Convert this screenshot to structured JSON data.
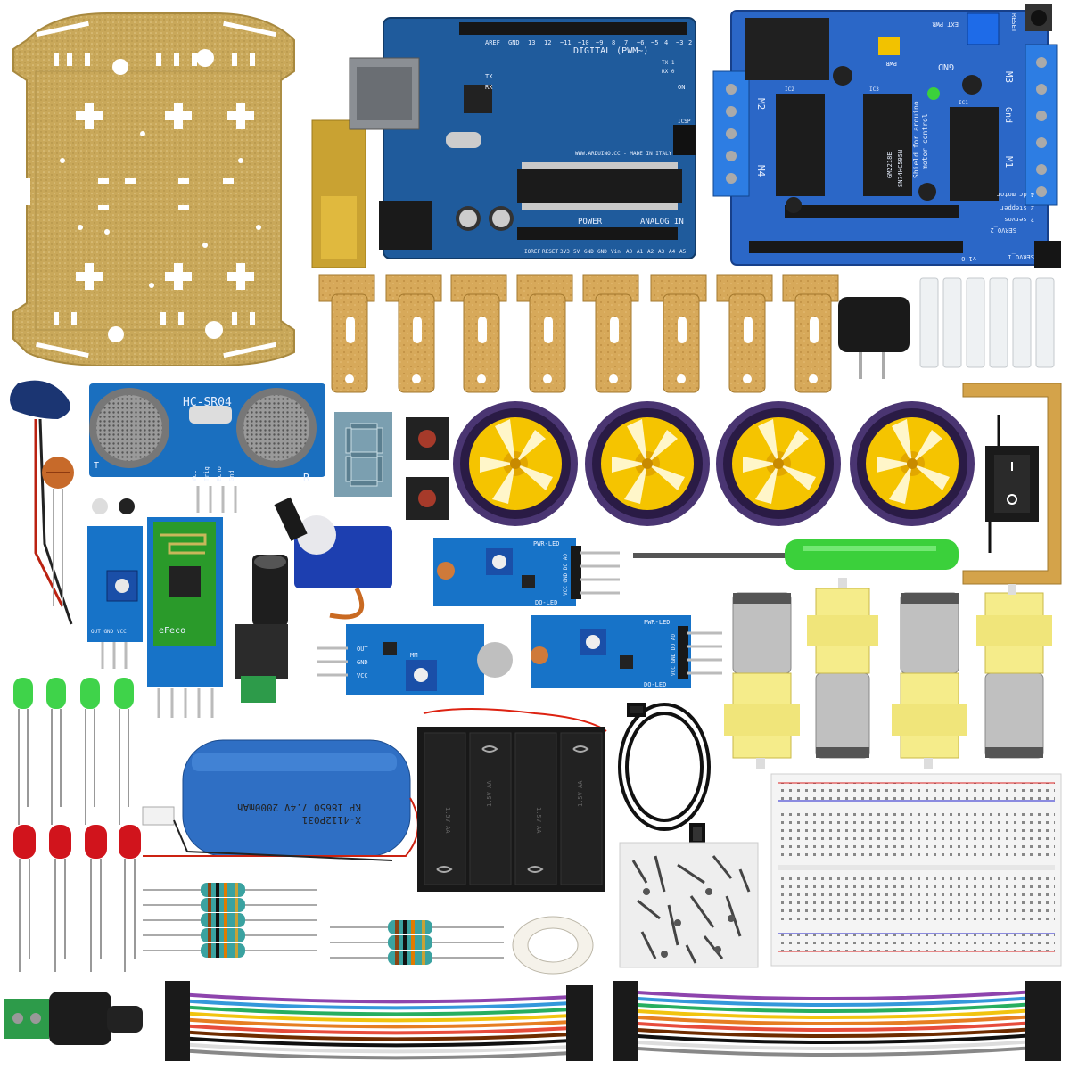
{
  "arduino": {
    "digital_label": "DIGITAL (PWM~)",
    "website": "WWW.ARDUINO.CC - MADE IN ITALY",
    "power_label": "POWER",
    "analog_label": "ANALOG IN",
    "aref": "AREF",
    "gnd": "GND",
    "reset": "RESET",
    "icsp": "ICSP",
    "pins_top": [
      "13",
      "12",
      "~11",
      "~10",
      "~9",
      "8",
      "7",
      "~6",
      "~5",
      "4",
      "~3",
      "2",
      "TX 1",
      "RX 0"
    ],
    "pins_bottom": [
      "IOREF",
      "RESET",
      "3V3",
      "5V",
      "GND",
      "GND",
      "Vin",
      "A0",
      "A1",
      "A2",
      "A3",
      "A4",
      "A5"
    ],
    "on_label": "ON",
    "tx_label": "TX",
    "rx_label": "RX"
  },
  "motor_shield": {
    "title": "Shield for arduino",
    "motor_control": "motor control",
    "ext_pwr": "EXT_PWR",
    "pwr": "PWR",
    "m1": "M1",
    "m2": "M2",
    "m3": "M3",
    "m4": "M4",
    "gnd": "GND",
    "gnd2": "Gnd",
    "servo1": "SERVO_1",
    "servo2": "SERVO_2",
    "reset": "RESET",
    "version": "v1.0",
    "ic1": "IC1",
    "ic2": "IC2",
    "ic3": "IC3",
    "chip1": "GM2218E",
    "chip2": "SN74HC595N",
    "side_text": [
      "2 stepper",
      "4 dc motor",
      "2 servos"
    ]
  },
  "ultrasonic": {
    "model": "HC-SR04",
    "pins": [
      "Vcc",
      "Trig",
      "Echo",
      "Gnd"
    ],
    "t": "T",
    "r": "R"
  },
  "bluetooth": {
    "brand": "eFeco"
  },
  "ir_module": {
    "pins": "OUT GND VCC"
  },
  "ldr_module_1": {
    "pwr_led": "PWR-LED",
    "do_led": "DO-LED",
    "pins": "VCC GND DO AO"
  },
  "ldr_module_2": {
    "pwr_led": "PWR-LED",
    "do_led": "DO-LED",
    "pins": "VCC GND DO AO"
  },
  "sound_module": {
    "pins": [
      "OUT",
      "GND",
      "VCC"
    ],
    "label": "MM"
  },
  "battery": {
    "line1": "KP 18650  7.4V  2000mAh",
    "line2": "X-4112P031"
  },
  "battery_holder": {
    "cells": [
      "1.5V AA",
      "1.5V AA",
      "1.5V AA",
      "1.5V AA"
    ]
  },
  "colors": {
    "arduino_pcb": "#1f5b9c",
    "shield_pcb": "#2b67c7",
    "chassis": "#c9a85a",
    "wheel_hub": "#f5c400",
    "tire": "#4a3572",
    "gear_motor": "#f5ec8a",
    "breakout_pcb": "#1773c8",
    "battery": "#2f6fc4"
  }
}
